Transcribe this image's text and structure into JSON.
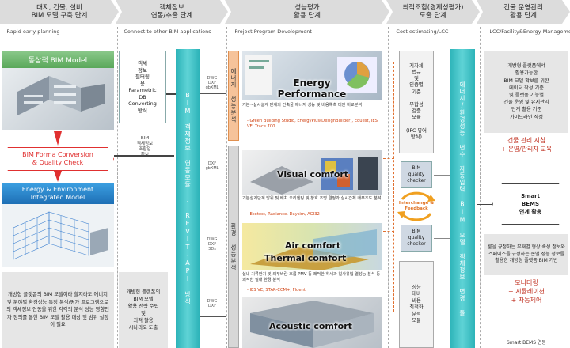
{
  "headers": [
    "대지, 건물, 설비\nBIM 모델 구축 단계",
    "객체정보\n연동/추출 단계",
    "성능평가\n활용 단계",
    "최적조합(경제성평가)\n도출 단계",
    "건물 운영관리\n활용 단계"
  ],
  "subheaders": [
    "- Rapid early planning",
    "- Connect to other BIM applications",
    "- Project Program Development",
    "- Cost estimating/LCC",
    "- LCC/Facility&Energy Management"
  ],
  "col1": {
    "bim_model_title": "통상적 BIM Model",
    "forma_conversion": "BIM Forma Conversion\n& Quality Check",
    "energy_model": "Energy & Environment\nIntegrated Model",
    "description": "개방형 플랫폼의 BIM 모델이라 할지라도 에너지 및 분야별 환경성능 특정 분석/평가 프로그램으로의 객체정보 연동을 위한 각각의 분석 성능 영향인자 정의를 통한 BIM 모델 활용 대상 및 범위 설정이 필요"
  },
  "col2": {
    "parametric_box": "객체\n정보\n필터링\n용\nParametric\nDB\nConverting\n방식",
    "bim_label": "BIM\n객체정보\n조합일\n확보",
    "bim_column": "BIM 객체정보 연동모듈 : REVIT-API 방식",
    "bottom_text": "개방형 플랫폼의\nBIM 모델\n활용 전략 수립\n및\n최적 활용\n시나리오 도출"
  },
  "col3": {
    "energy_tab": "에너지 성능분석",
    "env_tab": "환경 성능분석",
    "energy_perf": "Energy Performance",
    "energy_desc": "기본~실시설계 단계의 건축물 에너지 성능 및 비용예측 대안 비교분석",
    "energy_tools": "- Green Building Studio, EnergyPlus(DesignBuilder), Equest, IES VE, Trace 700",
    "visual": "Visual comfort",
    "visual_desc": "기본설계단계 방위 및 배치 오리엔팅 및 창호 조명 결정과 실시간체 내부조도 분석",
    "visual_tools": "- Ecotect, Radiance, Daysim, AGI32",
    "air": "Air comfort",
    "thermal": "Thermal comfort",
    "air_desc": "실내 기류환기 및 외부바람 흐름 PMV 등 쾌적한 하세과 일사유입 열성능 분석 등 쾌적한 실내 환경 분석",
    "air_tools": "- IES VE, STAR-CCM+, Fluent",
    "acoustic": "Acoustic comfort",
    "dwg_labels": [
      "DWG\nDXF\ngbXML",
      "DXF\ngbXML",
      "DWG\nDXF\n3Ds",
      "DWG\nDXF"
    ]
  },
  "col4": {
    "box1": "지자체\n법규\n및\n인증별\n기준\n\n부합성\n검증\n모듈\n\n(IFC 뷰어\n방식)",
    "quality1": "BIM\nquality\nchecker",
    "interchange": "Interchange &\nFeedback",
    "quality2": "BIM\nquality\nchecker",
    "box2": "성능\n대비\n비용\n최적화\n분석\n모듈",
    "right_column": "에너지/환경성능 변수 자동입력 BIM 모델 객체정보 변경 툴"
  },
  "col5": {
    "desc1": "개방형 플랫폼에서\n활용가능한\nBIM 모델 확보를 위한\n데이터 작성 기준\n및 플랫폼 기능별\n건물 운영 및 유지관리\n단계 활용 기준\n가이드라인 작성",
    "mgmt": "건물 관리 지침\n+ 운영/관리자 교육",
    "bems_title": "Smart\nBEMS\n연계 활용",
    "desc2": "룸을 규정하는 부재별 형상 속성 정보와 스페이스를 규정하는 존별 성능 정보를 활용한 개방형 플랫폼 BIM 기반",
    "monitor": "모니터링\n+ 시뮬레이션\n+ 자동제어",
    "bems_foot": "Smart BEMS 연동"
  }
}
